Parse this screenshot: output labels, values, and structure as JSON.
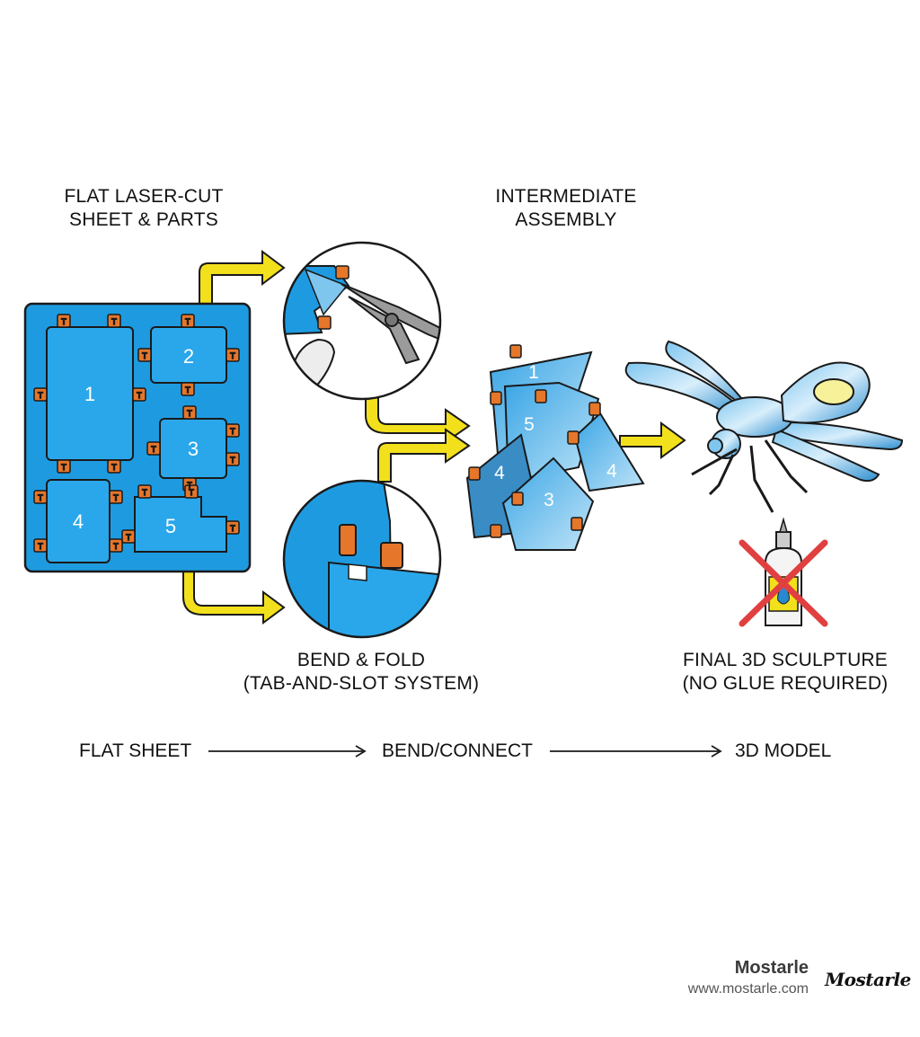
{
  "labels": {
    "flat_sheet": [
      "FLAT LASER-CUT",
      "SHEET & PARTS"
    ],
    "intermediate": [
      "INTERMEDIATE",
      "ASSEMBLY"
    ],
    "bend_fold": [
      "BEND & FOLD",
      "(TAB-AND-SLOT SYSTEM)"
    ],
    "final": [
      "FINAL 3D SCULPTURE",
      "(NO GLUE REQUIRED)"
    ]
  },
  "flow": {
    "step1": "FLAT SHEET",
    "step2": "BEND/CONNECT",
    "step3": "3D MODEL"
  },
  "parts": {
    "sheet": [
      "1",
      "2",
      "3",
      "4",
      "5"
    ],
    "assembly": [
      "1",
      "5",
      "4",
      "3",
      "4"
    ],
    "tab_mark": "T"
  },
  "brand": {
    "name": "Mostarle",
    "url": "www.mostarle.com",
    "signature": "Mostarle"
  },
  "colors": {
    "sheet_blue": "#1e9be0",
    "tab_orange": "#e5762a",
    "arrow_yellow": "#f2e01c",
    "glue_cross_red": "#e04040",
    "outline": "#1a1a1a"
  }
}
